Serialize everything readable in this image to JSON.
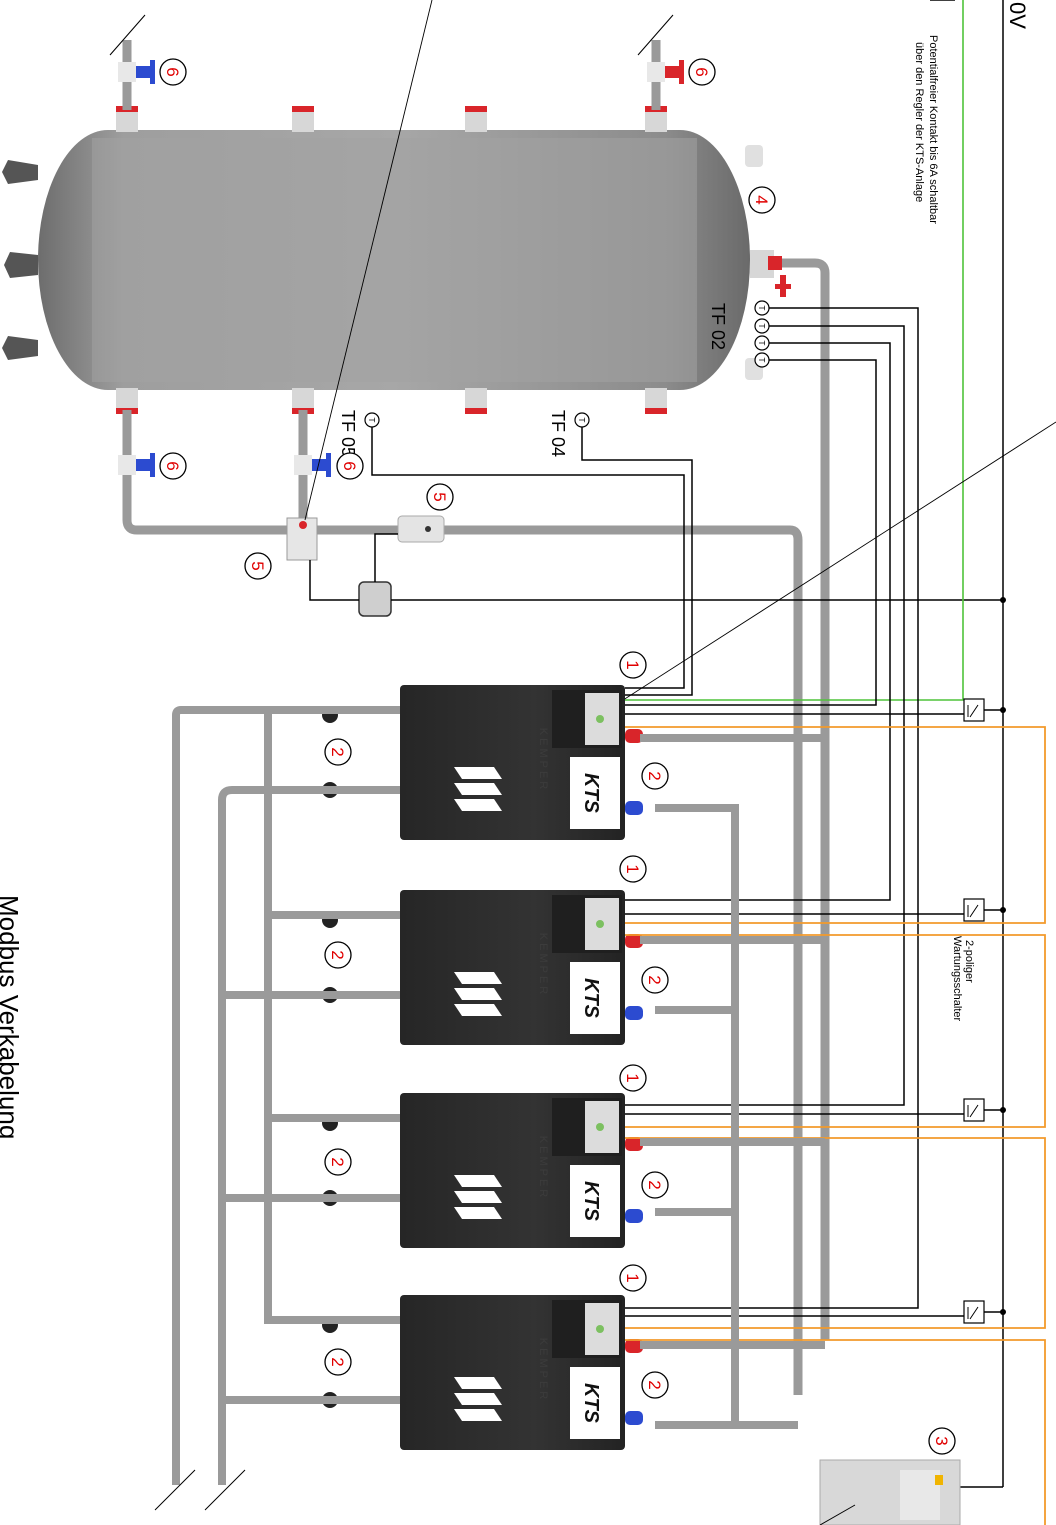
{
  "labels": {
    "voltage": "0V",
    "contact_line1": "Potentialfreier Kontakt bis 6A schaltbar",
    "contact_line2": "über den Regler der KTS-Anlage",
    "tf02": "TF 02",
    "tf04": "TF 04",
    "tf05": "TF 05",
    "switch_line1": "2-poliger",
    "switch_line2": "Wartungsschalter",
    "modbus": "Modbus Verkabelung",
    "kts": "KTS",
    "kemper": "KEMPER",
    "sensor": "T"
  },
  "markers": {
    "m1": "1",
    "m2": "2",
    "m3": "3",
    "m4": "4",
    "m5": "5",
    "m6": "6"
  },
  "colors": {
    "tank": "#8f8f8f",
    "unit_body": "#2b2b2b",
    "pipe": "#9a9a9a",
    "marker": "#e00000",
    "modbus_line": "#f39a2b",
    "contact_line": "#4fc33a",
    "hot": "#d9252a",
    "cold": "#2c4bd0"
  }
}
